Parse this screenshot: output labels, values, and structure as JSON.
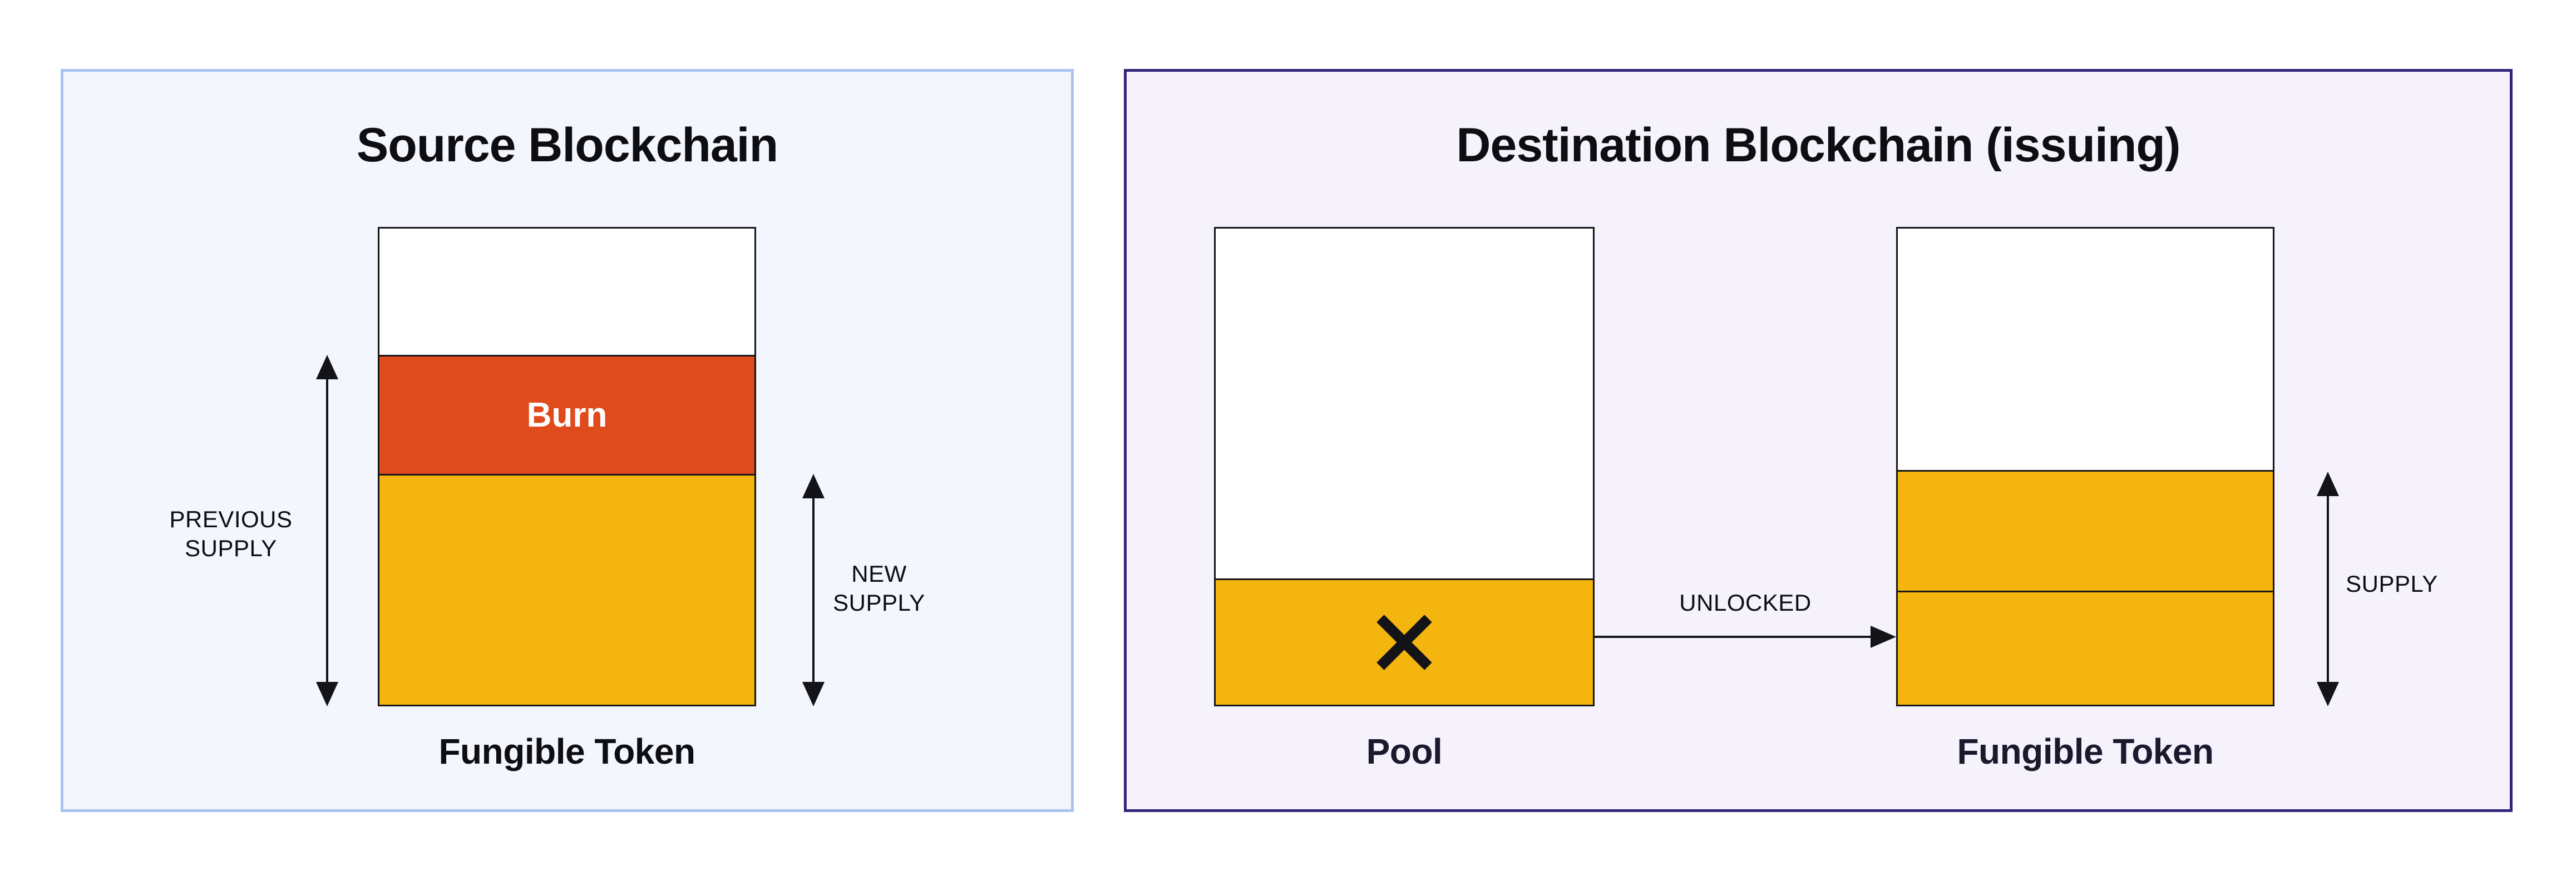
{
  "source_panel": {
    "title": "Source Blockchain",
    "burn_label": "Burn",
    "previous_supply_line1": "PREVIOUS",
    "previous_supply_line2": "SUPPLY",
    "new_supply_line1": "NEW",
    "new_supply_line2": "SUPPLY",
    "token_caption": "Fungible Token"
  },
  "destination_panel": {
    "title": "Destination Blockchain (issuing)",
    "pool_caption": "Pool",
    "token_caption": "Fungible Token",
    "unlocked_label": "UNLOCKED",
    "supply_label": "SUPPLY"
  },
  "colors": {
    "canvas_bg": "#ffffff",
    "source_panel_bg": "#f3f6fc",
    "source_panel_border": "#a9c3ef",
    "destination_panel_bg": "#f5f2fb",
    "destination_panel_border": "#36247b",
    "token_yellow": "#f4b60e",
    "burn_orange": "#e04b1d",
    "bar_outline": "#15151a",
    "arrow_black": "#131318",
    "text_primary": "#0d0d12",
    "caption_navy": "#1a1a2e",
    "burn_text": "#ffffff"
  }
}
